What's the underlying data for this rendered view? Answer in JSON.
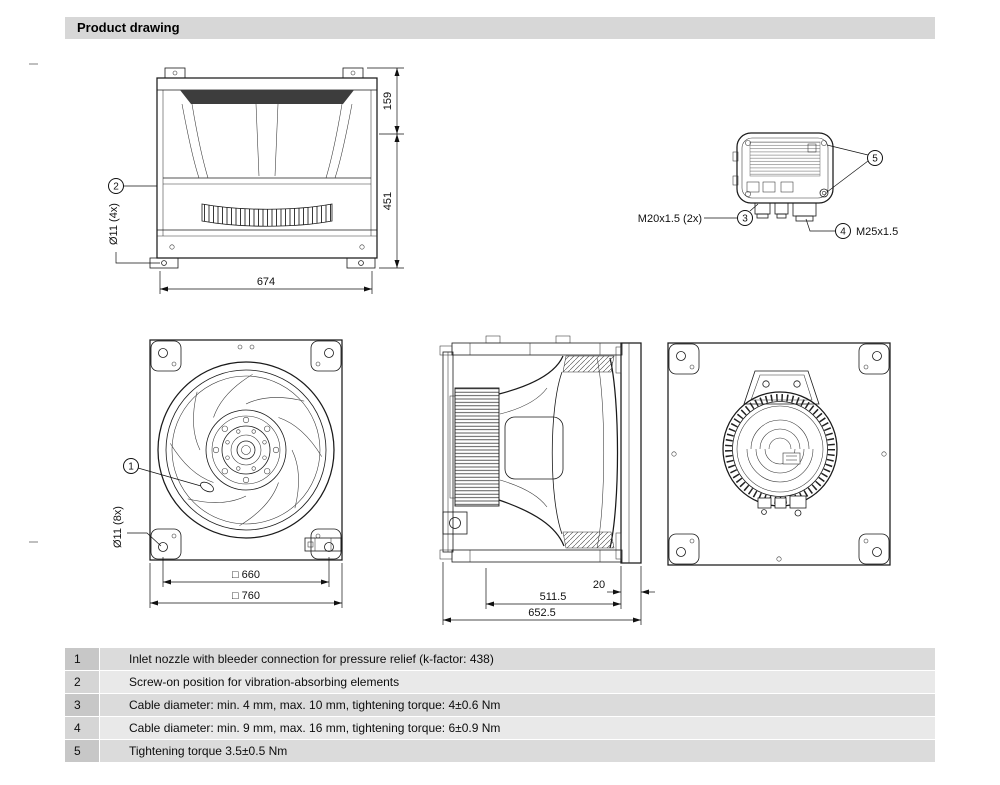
{
  "header": {
    "title": "Product drawing"
  },
  "drawings": {
    "side_view": {
      "callout": "2",
      "hole_label": "Ø11 (4x)",
      "dim_top": "159",
      "dim_height": "451",
      "dim_width": "674"
    },
    "terminal_detail": {
      "callout_3": "3",
      "callout_4": "4",
      "callout_5": "5",
      "gland_small": "M20x1.5 (2x)",
      "gland_large": "M25x1.5"
    },
    "front_view": {
      "callout": "1",
      "hole_label": "Ø11 (8x)",
      "dim_inner_square": "□ 660",
      "dim_outer_square": "□ 760"
    },
    "depth_view": {
      "dim_plate": "20",
      "dim_inner_depth": "511.5",
      "dim_total_depth": "652.5"
    }
  },
  "legend": {
    "rows": [
      {
        "num": "1",
        "text": "Inlet nozzle with bleeder connection for pressure relief (k-factor: 438)"
      },
      {
        "num": "2",
        "text": "Screw-on position for vibration-absorbing elements"
      },
      {
        "num": "3",
        "text": "Cable diameter: min. 4 mm, max. 10 mm, tightening torque: 4±0.6 Nm"
      },
      {
        "num": "4",
        "text": "Cable diameter: min. 9 mm, max. 16 mm, tightening torque: 6±0.9 Nm"
      },
      {
        "num": "5",
        "text": "Tightening torque 3.5±0.5 Nm"
      }
    ]
  }
}
